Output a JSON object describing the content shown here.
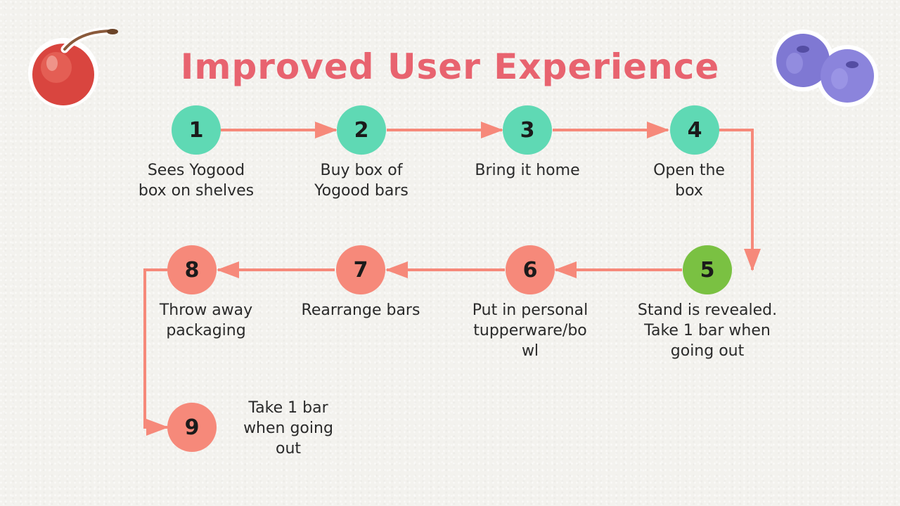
{
  "title": "Improved User Experience",
  "colors": {
    "title": "#e8636f",
    "teal": "#5fd9b4",
    "green": "#7ac142",
    "salmon": "#f6897a",
    "arrow": "#f6897a"
  },
  "decorations": {
    "left": "cherry-illustration",
    "right": "blueberries-illustration"
  },
  "steps": [
    {
      "number": "1",
      "label": "Sees Yogood\nbox on shelves",
      "color": "teal"
    },
    {
      "number": "2",
      "label": "Buy box of\nYogood bars",
      "color": "teal"
    },
    {
      "number": "3",
      "label": "Bring it home",
      "color": "teal"
    },
    {
      "number": "4",
      "label": "Open the\nbox",
      "color": "teal"
    },
    {
      "number": "5",
      "label": "Stand is revealed.\nTake 1 bar when\ngoing out",
      "color": "green"
    },
    {
      "number": "6",
      "label": "Put in personal\ntupperware/bo\nwl",
      "color": "salmon"
    },
    {
      "number": "7",
      "label": "Rearrange bars",
      "color": "salmon"
    },
    {
      "number": "8",
      "label": "Throw away\npackaging",
      "color": "salmon"
    },
    {
      "number": "9",
      "label": "Take 1 bar\nwhen going\nout",
      "color": "salmon"
    }
  ]
}
